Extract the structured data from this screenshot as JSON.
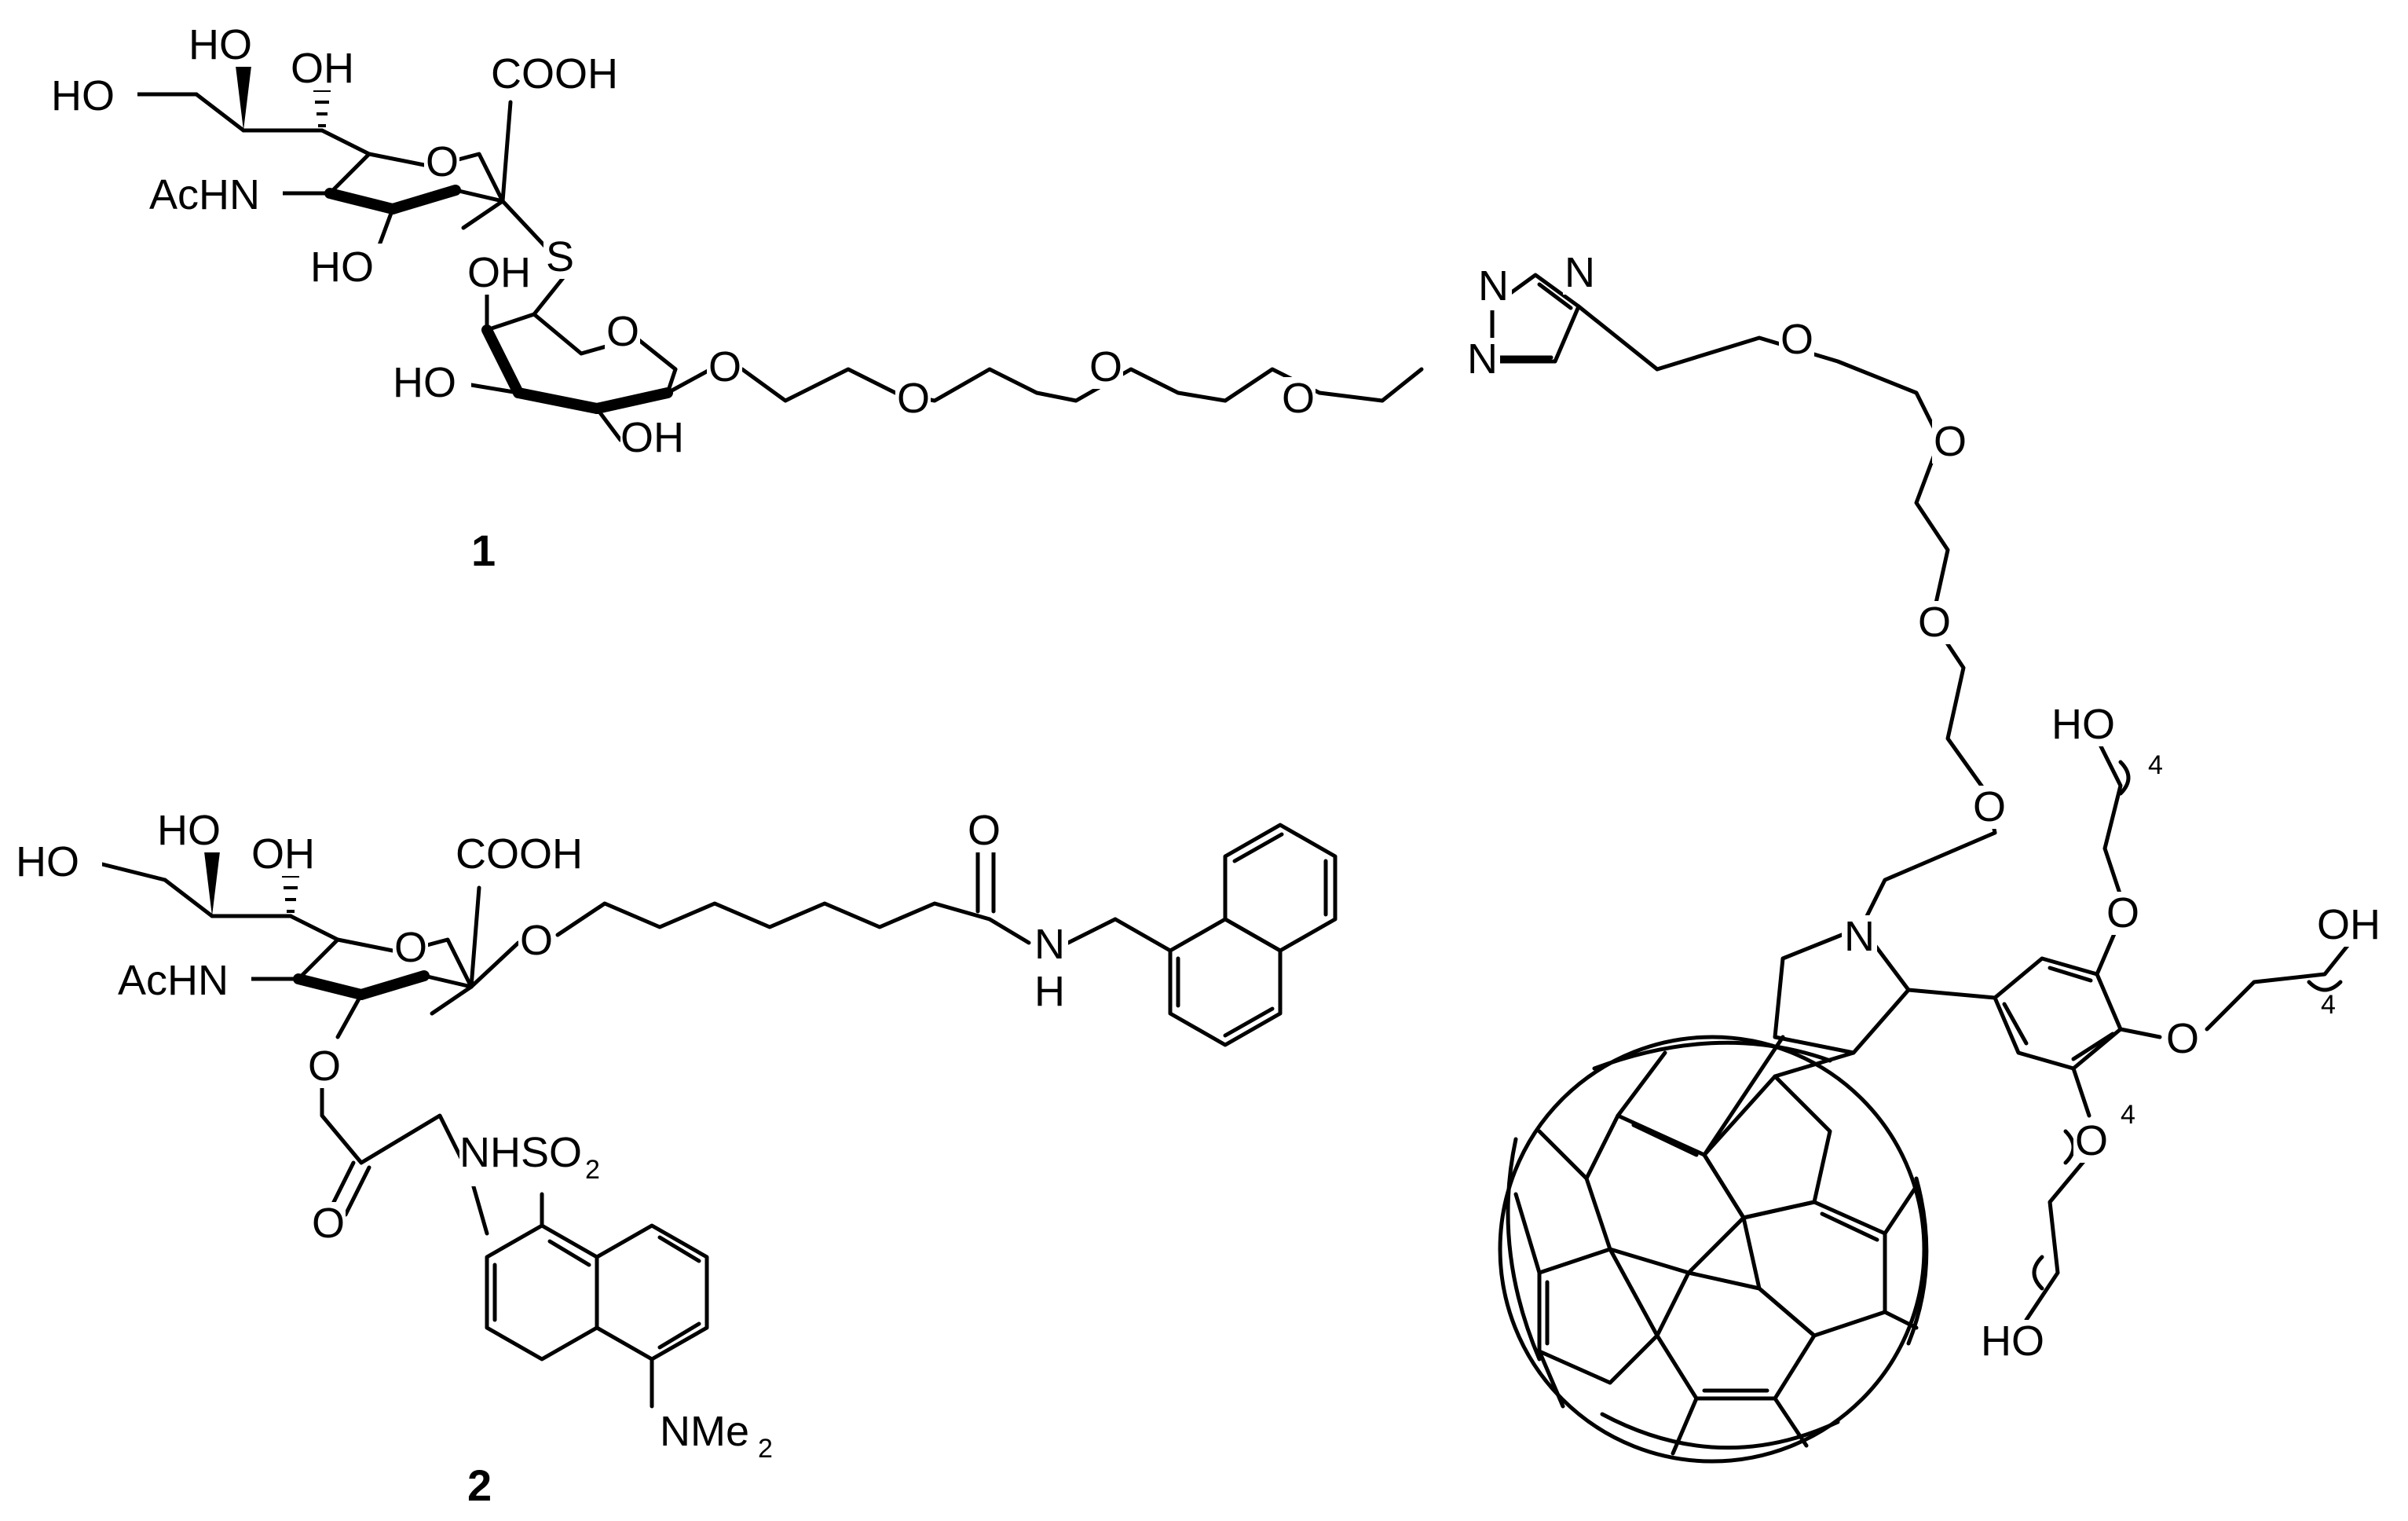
{
  "figure": {
    "compound1": {
      "number": "1",
      "labels": {
        "ho_chain": "HO",
        "ho_top": "HO",
        "oh_top": "OH",
        "cooh": "COOH",
        "acHN": "AcHN",
        "ring_o": "O",
        "ho_low": "HO",
        "s": "S",
        "oh_gal": "OH",
        "gal_o": "O",
        "ho_gal": "HO",
        "oh_gal2": "OH",
        "o_gly": "O",
        "o_peg1": "O",
        "o_peg2": "O",
        "o_peg3": "O",
        "triazole_n1": "N",
        "triazole_n2": "N",
        "triazole_n3": "N",
        "o_peg4": "O",
        "o_peg5": "O",
        "o_peg6": "O",
        "o_peg7": "O",
        "pyrrolidine_n": "N",
        "ar_o1": "O",
        "ar_o2": "O",
        "ar_o3": "O",
        "ho_r1": "HO",
        "oh_r2": "OH",
        "ho_r3": "HO",
        "n_r1": "4",
        "n_r2": "4",
        "n_r3": "4"
      }
    },
    "compound2": {
      "number": "2",
      "labels": {
        "ho_chain": "HO",
        "ho_top": "HO",
        "oh_top": "OH",
        "cooh": "COOH",
        "acHN": "AcHN",
        "ring_o": "O",
        "o_glyc": "O",
        "o_ester": "O",
        "o_carbonyl": "O",
        "nhso2": "NHSO",
        "so2_sub": "2",
        "amide_o": "O",
        "amide_n": "N",
        "amide_h": "H",
        "nme2": "NMe",
        "nme2_sub": "2"
      }
    }
  }
}
